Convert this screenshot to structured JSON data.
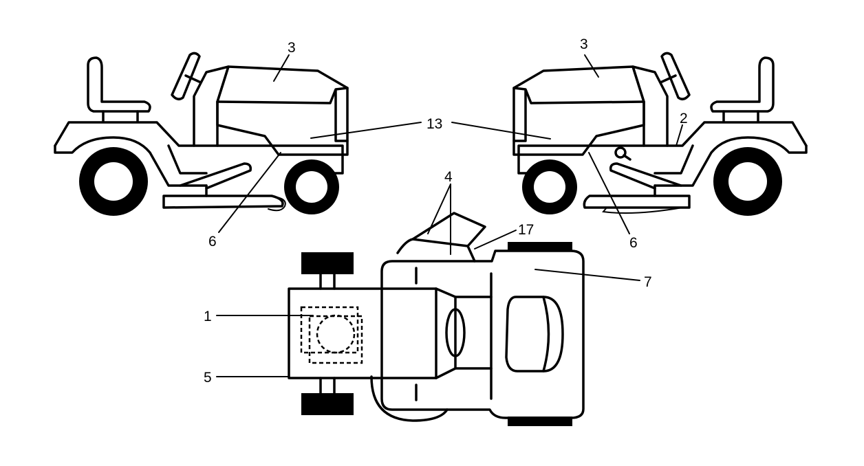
{
  "labels": {
    "one": "1",
    "two": "2",
    "three_left": "3",
    "three_right": "3",
    "four": "4",
    "five": "5",
    "six_left": "6",
    "six_right": "6",
    "seven": "7",
    "thirteen": "13",
    "seventeen": "17"
  }
}
